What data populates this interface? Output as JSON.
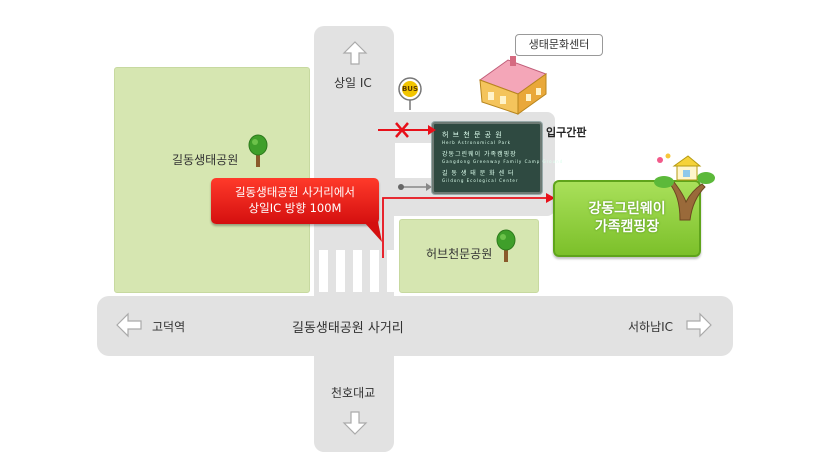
{
  "map": {
    "parks": {
      "gildong": "길동생태공원",
      "herb": "허브천문공원"
    },
    "directions": {
      "north": "상일 IC",
      "west": "고덕역",
      "east": "서하남IC",
      "south": "천호대교",
      "intersection": "길동생태공원 사거리"
    },
    "landmarks": {
      "eco_center": "생태문화센터",
      "entrance_sign": "입구간판",
      "bus_stop": "BUS"
    },
    "callout": {
      "line1": "길동생태공원 사거리에서",
      "line2": "상일IC 방향 100M"
    },
    "destination": {
      "line1": "강동그린웨이",
      "line2": "가족캠핑장"
    },
    "sign_text": {
      "row1": "허 브 천 문 공 원",
      "row2": "Herb Astronomical Park",
      "row3": "강동그린웨이 가족캠핑장",
      "row4": "Gangdong Greenway Family Camp Ground",
      "row5": "길 동 생 태 문 화 센 터",
      "row6": "Gildong Ecological Center"
    },
    "colors": {
      "road": "#e2e2e2",
      "park": "#d6e6b1",
      "route": "#e8101a",
      "destination": "#7cc02a"
    }
  }
}
